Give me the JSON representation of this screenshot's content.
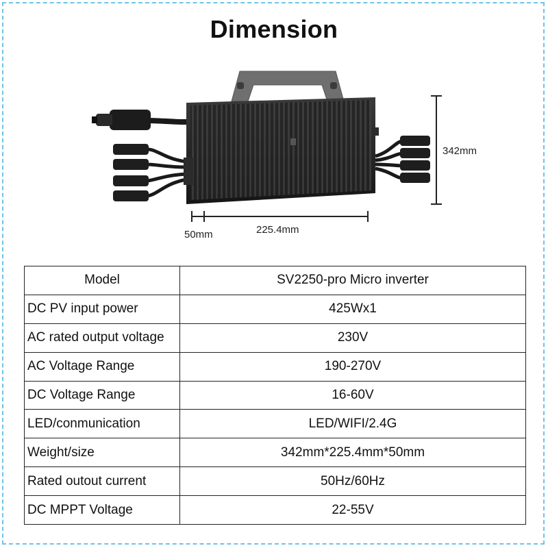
{
  "title": "Dimension",
  "dimensions": {
    "height": "342mm",
    "width": "225.4mm",
    "depth": "50mm"
  },
  "specs": [
    {
      "label": "Model",
      "value": "SV2250-pro Micro inverter"
    },
    {
      "label": "DC PV input power",
      "value": "425Wx1"
    },
    {
      "label": "AC rated output voltage",
      "value": "230V"
    },
    {
      "label": "AC Voltage Range",
      "value": "190-270V"
    },
    {
      "label": "DC Voltage Range",
      "value": "16-60V"
    },
    {
      "label": "LED/conmunication",
      "value": "LED/WIFI/2.4G"
    },
    {
      "label": "Weight/size",
      "value": "342mm*225.4mm*50mm"
    },
    {
      "label": "Rated outout current",
      "value": "50Hz/60Hz"
    },
    {
      "label": "DC MPPT Voltage",
      "value": "22-55V"
    }
  ]
}
